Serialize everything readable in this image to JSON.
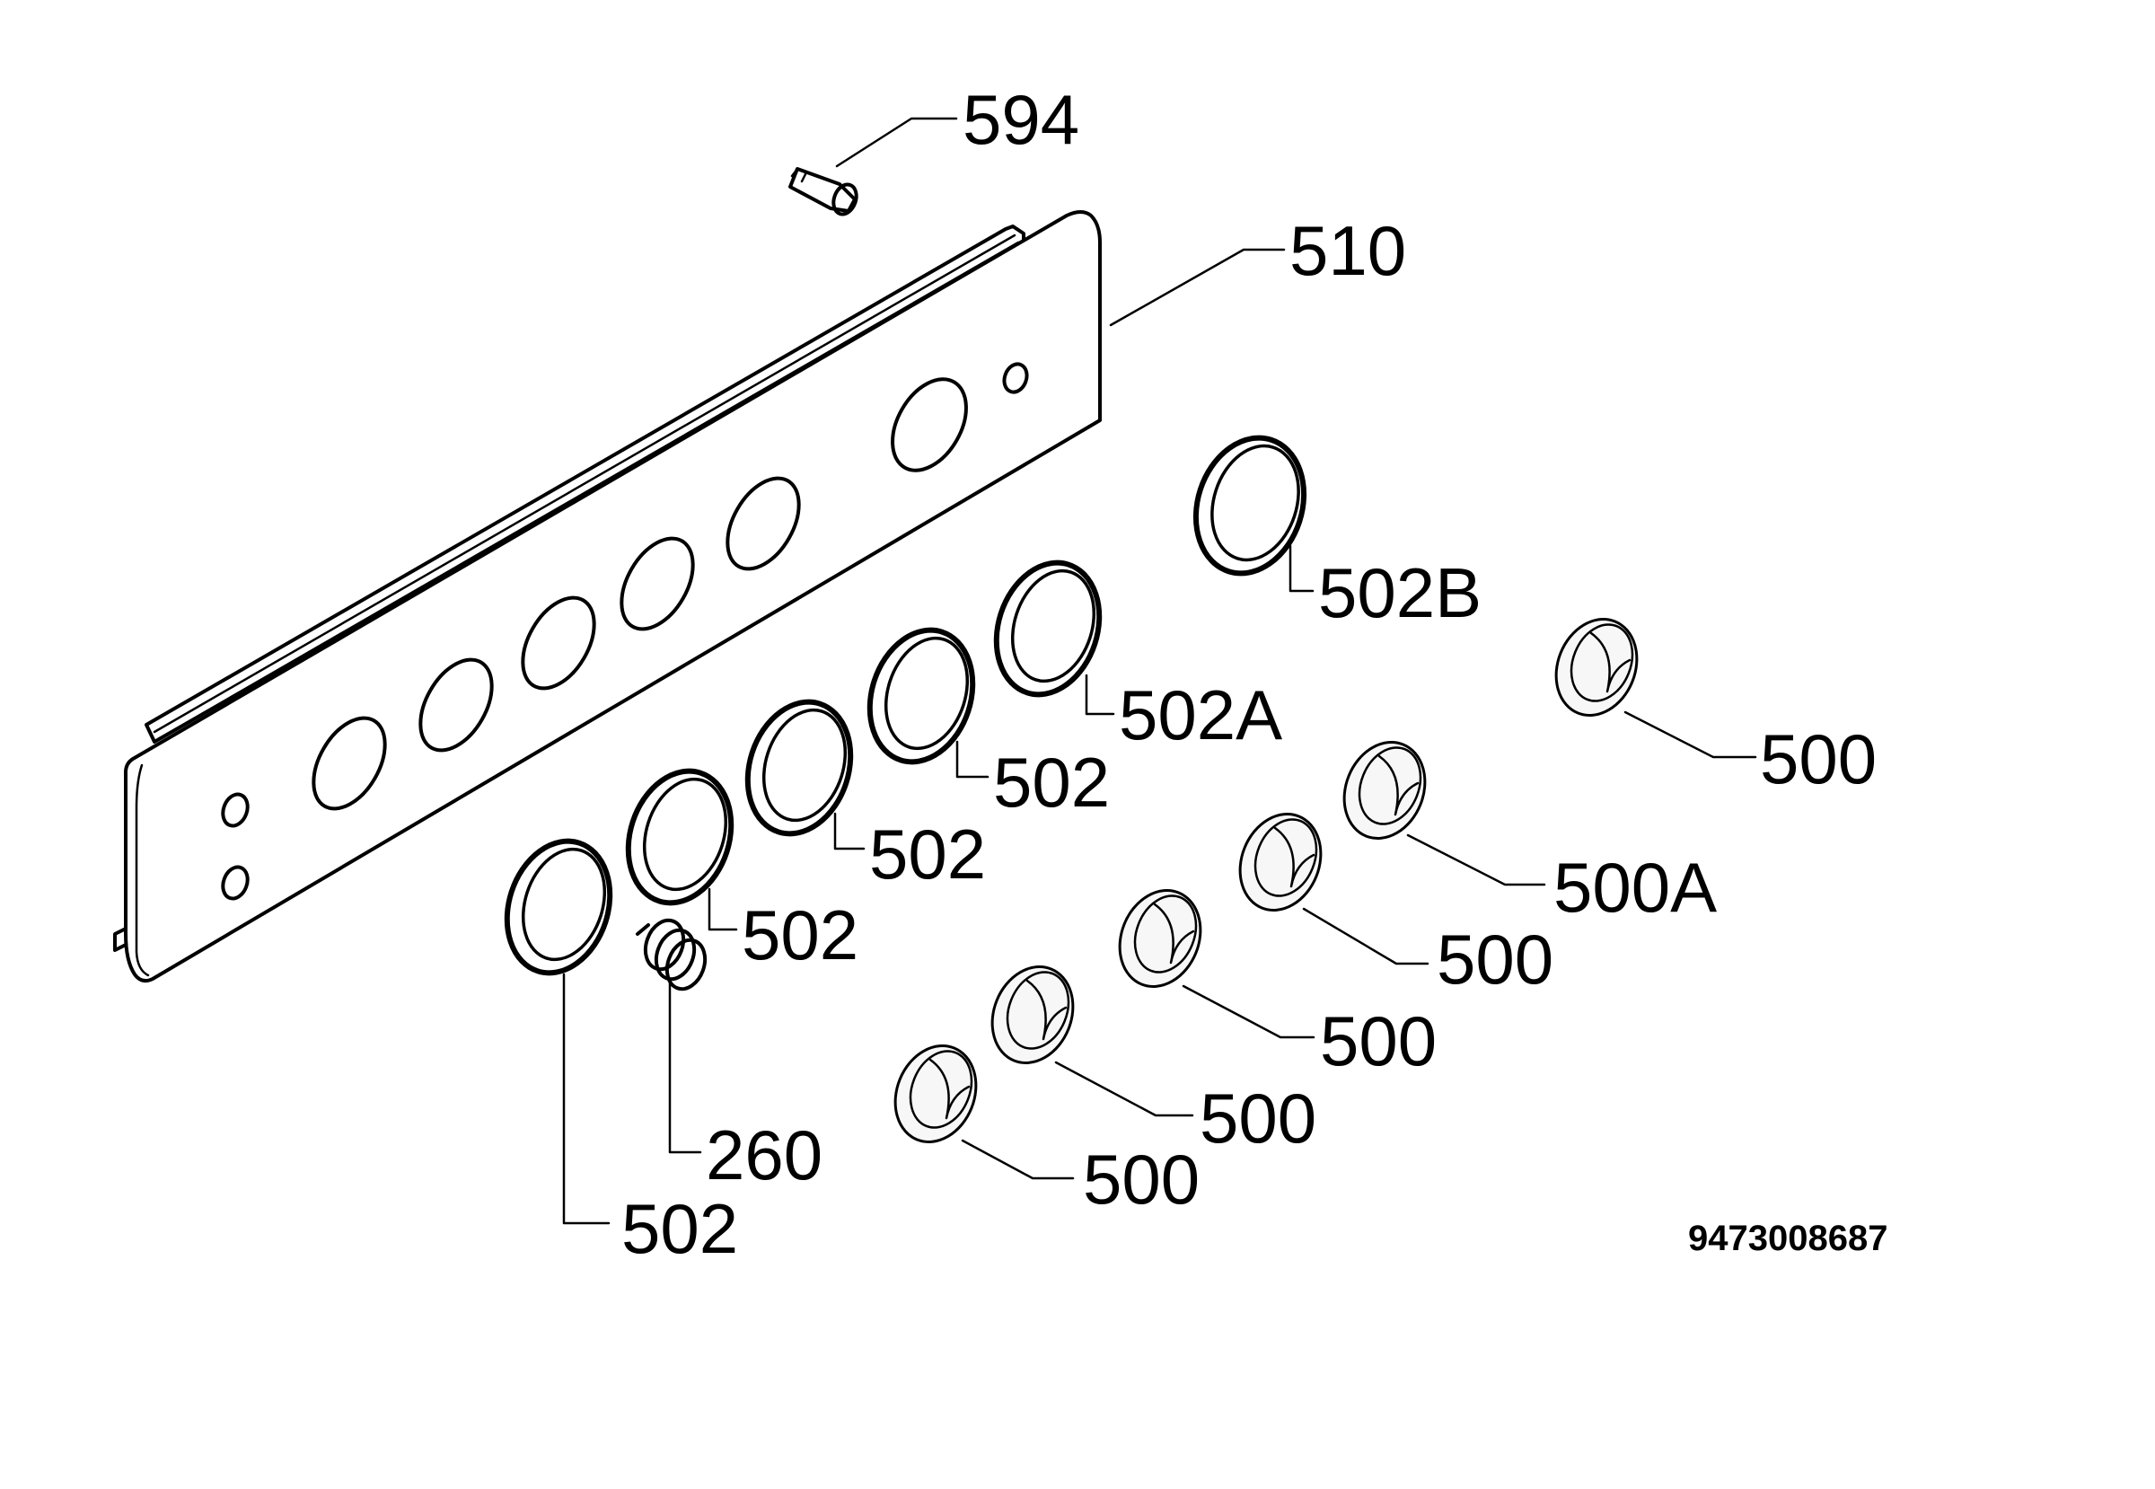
{
  "labels": {
    "bulb": "594",
    "panel": "510",
    "ring_b": "502B",
    "ring_a": "502A",
    "ring_1": "502",
    "ring_2": "502",
    "ring_3": "502",
    "ring_4": "502",
    "spring": "260",
    "knob_1": "500",
    "knob_a": "500A",
    "knob_2": "500",
    "knob_3": "500",
    "knob_4": "500",
    "knob_5": "500"
  },
  "drawing_code": "9473008687"
}
